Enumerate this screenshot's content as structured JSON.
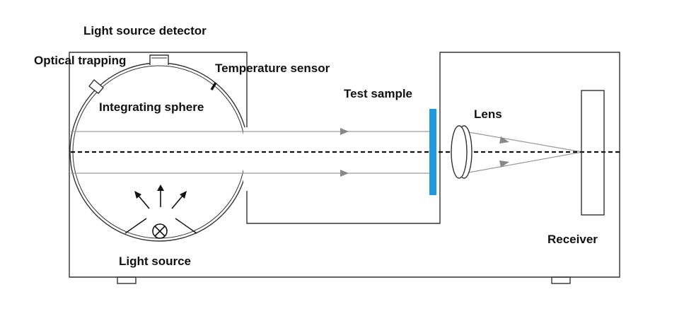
{
  "labels": {
    "light_source_detector": "Light source detector",
    "optical_trapping": "Optical trapping",
    "temperature_sensor": "Temperature sensor",
    "integrating_sphere": "Integrating sphere",
    "test_sample": "Test sample",
    "lens": "Lens",
    "receiver": "Receiver",
    "light_source": "Light source"
  },
  "colors": {
    "sample": "#1e9ae0",
    "lines": "#333333",
    "beam": "#999999",
    "arrowheads": "#888888"
  }
}
